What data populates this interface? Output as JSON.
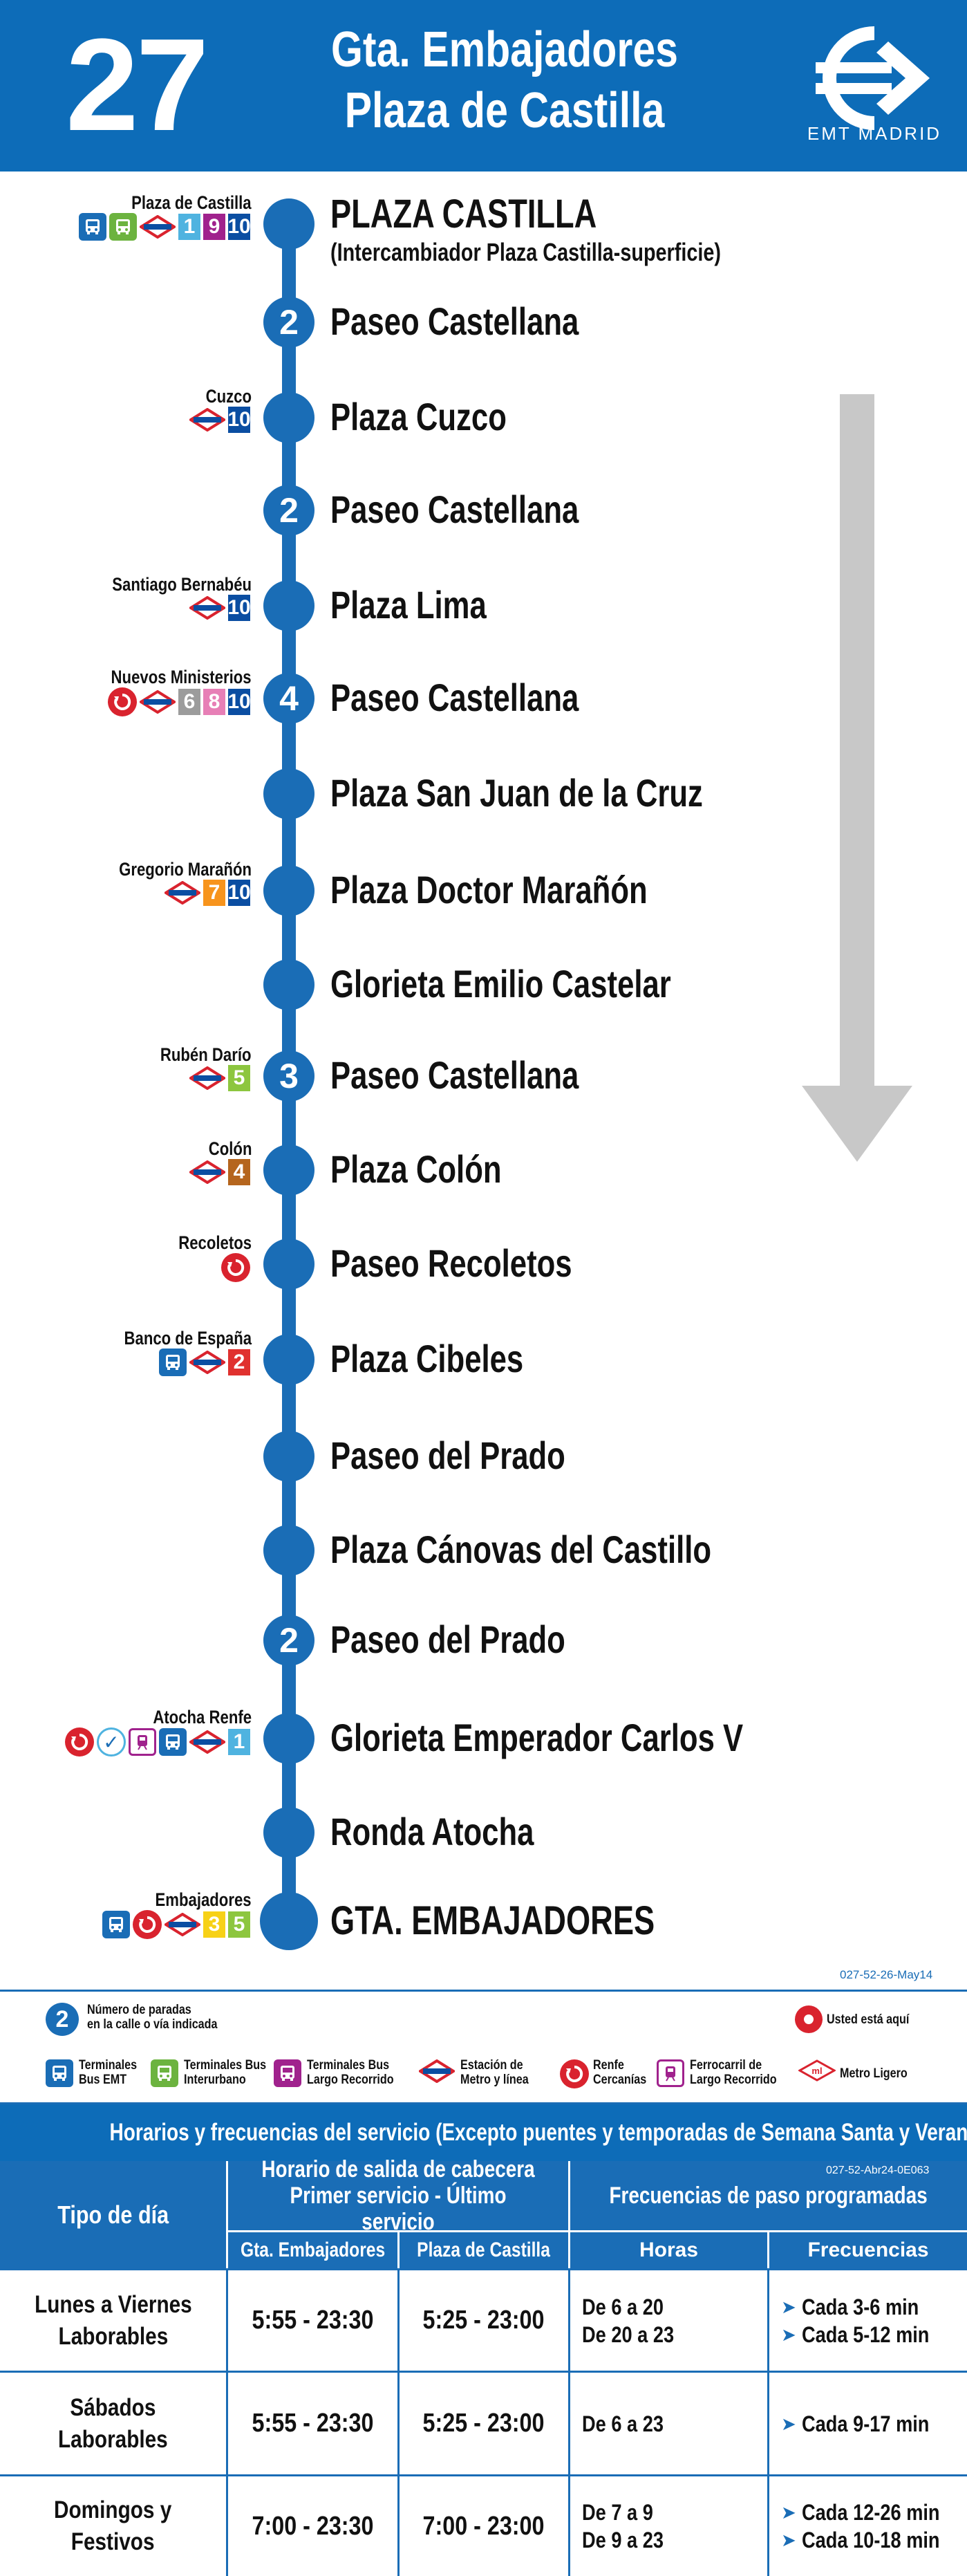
{
  "header": {
    "line_number": "27",
    "destination_1": "Gta. Embajadores",
    "destination_2": "Plaza de Castilla",
    "operator": "EMT MADRID"
  },
  "stops": [
    {
      "name": "PLAZA CASTILLA",
      "subtitle": "(Intercambiador Plaza Castilla-superficie)",
      "connection_name": "Plaza de Castilla",
      "connections": [
        "bus",
        "bus-green",
        "metro",
        "1",
        "9",
        "10"
      ]
    },
    {
      "name": "Paseo Castellana",
      "count": "2"
    },
    {
      "name": "Plaza Cuzco",
      "connection_name": "Cuzco",
      "connections": [
        "metro",
        "10"
      ]
    },
    {
      "name": "Paseo Castellana",
      "count": "2"
    },
    {
      "name": "Plaza Lima",
      "connection_name": "Santiago Bernabéu",
      "connections": [
        "metro",
        "10"
      ]
    },
    {
      "name": "Paseo Castellana",
      "count": "4",
      "connection_name": "Nuevos Ministerios",
      "connections": [
        "renfe",
        "metro",
        "6",
        "8",
        "10"
      ]
    },
    {
      "name": "Plaza San Juan de la Cruz"
    },
    {
      "name": "Plaza Doctor Marañón",
      "connection_name": "Gregorio Marañón",
      "connections": [
        "metro",
        "7",
        "10"
      ]
    },
    {
      "name": "Glorieta Emilio Castelar"
    },
    {
      "name": "Paseo Castellana",
      "count": "3",
      "connection_name": "Rubén Darío",
      "connections": [
        "metro",
        "5"
      ]
    },
    {
      "name": "Plaza Colón",
      "connection_name": "Colón",
      "connections": [
        "metro",
        "4"
      ]
    },
    {
      "name": "Paseo Recoletos",
      "connection_name": "Recoletos",
      "connections": [
        "renfe"
      ]
    },
    {
      "name": "Plaza Cibeles",
      "connection_name": "Banco de España",
      "connections": [
        "bus",
        "metro",
        "2"
      ]
    },
    {
      "name": "Paseo del Prado"
    },
    {
      "name": "Plaza Cánovas del Castillo"
    },
    {
      "name": "Paseo del Prado",
      "count": "2"
    },
    {
      "name": "Glorieta Emperador Carlos V",
      "connection_name": "Atocha Renfe",
      "connections": [
        "renfe",
        "check",
        "ferrocarril",
        "bus",
        "metro",
        "1"
      ]
    },
    {
      "name": "Ronda Atocha"
    },
    {
      "name": "GTA. EMBAJADORES",
      "connection_name": "Embajadores",
      "connections": [
        "bus",
        "renfe",
        "metro",
        "3",
        "5"
      ]
    }
  ],
  "metro_colors": {
    "1": "#4fb3e0",
    "2": "#e0312f",
    "3": "#f7d117",
    "4": "#b5651d",
    "5": "#8dc63f",
    "6": "#9c9c9c",
    "7": "#f7941d",
    "8": "#e77fb6",
    "9": "#a0228d",
    "10": "#0b4ea2"
  },
  "reference_1": "027-52-26-May14",
  "legend": {
    "stops_count": "Número de paradas\nen la calle o vía indicada",
    "stops_count_example": "2",
    "you_are_here": "Usted está aquí",
    "items": [
      {
        "icon": "bus",
        "label": "Terminales\nBus EMT"
      },
      {
        "icon": "bus-green",
        "label": "Terminales Bus\nInterurbano"
      },
      {
        "icon": "bus-magenta",
        "label": "Terminales Bus\nLargo Recorrido"
      },
      {
        "icon": "metro",
        "label": "Estación de\nMetro y línea"
      },
      {
        "icon": "renfe",
        "label": "Renfe\nCercanías"
      },
      {
        "icon": "ferrocarril",
        "label": "Ferrocarril de\nLargo Recorrido"
      },
      {
        "icon": "metro-ligero",
        "label": "Metro Ligero"
      }
    ]
  },
  "schedule": {
    "title": "Horarios y frecuencias del servicio (Excepto puentes y temporadas de Semana Santa y Verano)",
    "reference": "027-52-Abr24-0E063",
    "col_day_type": "Tipo de día",
    "col_departures": "Horario de salida de cabecera\nPrimer servicio - Último servicio",
    "col_frequencies": "Frecuencias de paso programadas",
    "sub_from_embajadores": "Gta. Embajadores",
    "sub_from_castilla": "Plaza de Castilla",
    "sub_hours": "Horas",
    "sub_frequencies": "Frecuencias",
    "rows": [
      {
        "day": "Lunes a Viernes\nLaborables",
        "embajadores": "5:55 - 23:30",
        "castilla": "5:25 - 23:00",
        "hours": [
          "De 6 a 20",
          "De 20 a 23"
        ],
        "frequencies": [
          "Cada 3-6 min",
          "Cada 5-12 min"
        ]
      },
      {
        "day": "Sábados\nLaborables",
        "embajadores": "5:55 - 23:30",
        "castilla": "5:25 - 23:00",
        "hours": [
          "De 6 a 23"
        ],
        "frequencies": [
          "Cada 9-17 min"
        ]
      },
      {
        "day": "Domingos y\nFestivos",
        "embajadores": "7:00 - 23:30",
        "castilla": "7:00 - 23:00",
        "hours": [
          "De 7 a 9",
          "De 9 a 23"
        ],
        "frequencies": [
          "Cada 12-26 min",
          "Cada 10-18 min"
        ]
      }
    ]
  }
}
